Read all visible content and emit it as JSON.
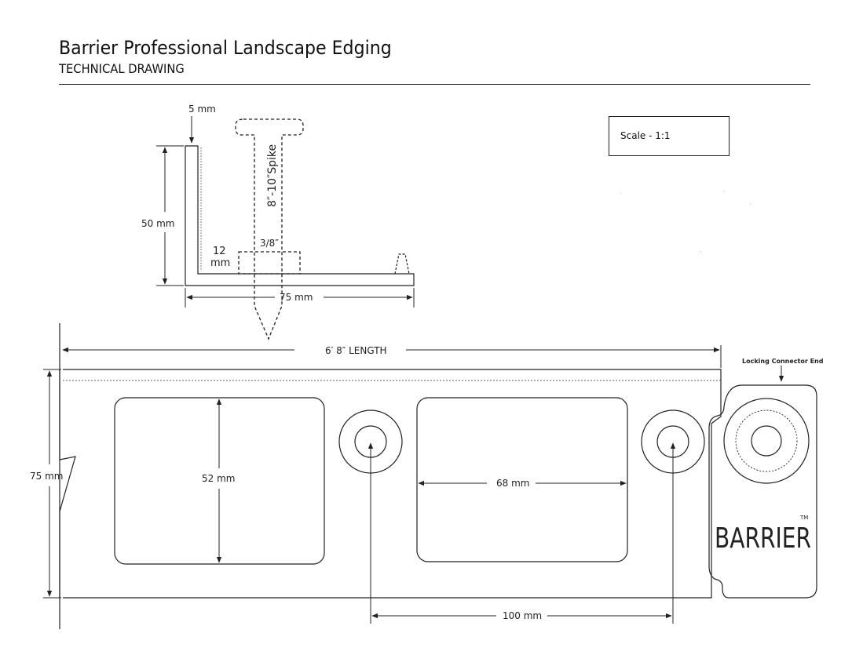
{
  "header": {
    "title": "Barrier Professional Landscape Edging",
    "subtitle": "TECHNICAL DRAWING"
  },
  "scale": {
    "label": "Scale -  1:1"
  },
  "profile": {
    "thickness": "5 mm",
    "height": "50 mm",
    "spike": "8″-10″Spike",
    "spike_diameter": "3/8″",
    "ledge_1": "12",
    "ledge_2": "mm",
    "base_width": "75 mm"
  },
  "strip": {
    "length": "6′ 8″ LENGTH",
    "height": "75 mm",
    "slot_height": "52 mm",
    "slot_width": "68 mm",
    "hole_spacing": "100 mm",
    "connector_label": "Locking Connector End",
    "brand": "BARRIER",
    "trademark": "TM"
  },
  "colors": {
    "line": "#222222",
    "background": "#ffffff"
  }
}
